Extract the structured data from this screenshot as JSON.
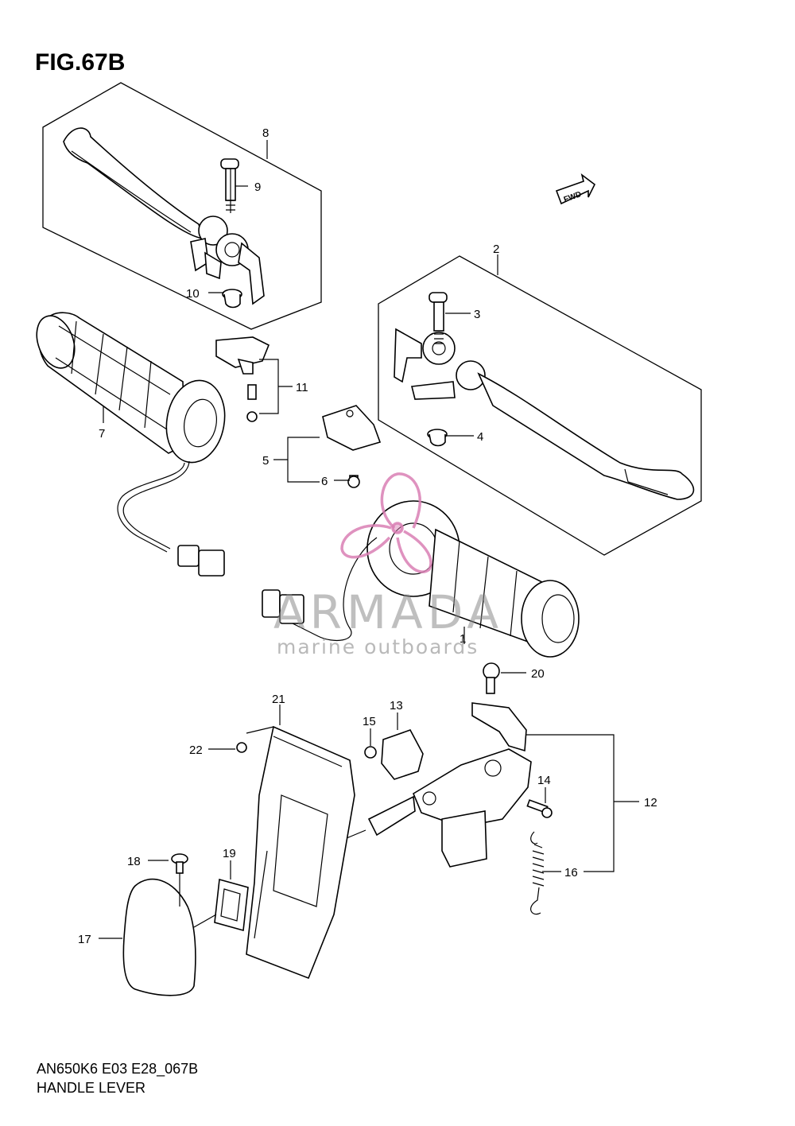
{
  "figure": {
    "title": "FIG.67B",
    "drawing_code": "AN650K6 E03 E28_067B",
    "caption": "HANDLE LEVER"
  },
  "badge": {
    "text": "FWD"
  },
  "watermark": {
    "title": "ARMADA",
    "subtitle": "marine outboards",
    "logo_color": "#d97fb4"
  },
  "callouts": [
    "1",
    "2",
    "3",
    "4",
    "5",
    "6",
    "7",
    "8",
    "9",
    "10",
    "11",
    "12",
    "13",
    "14",
    "15",
    "16",
    "17",
    "18",
    "19",
    "20",
    "21",
    "22"
  ]
}
